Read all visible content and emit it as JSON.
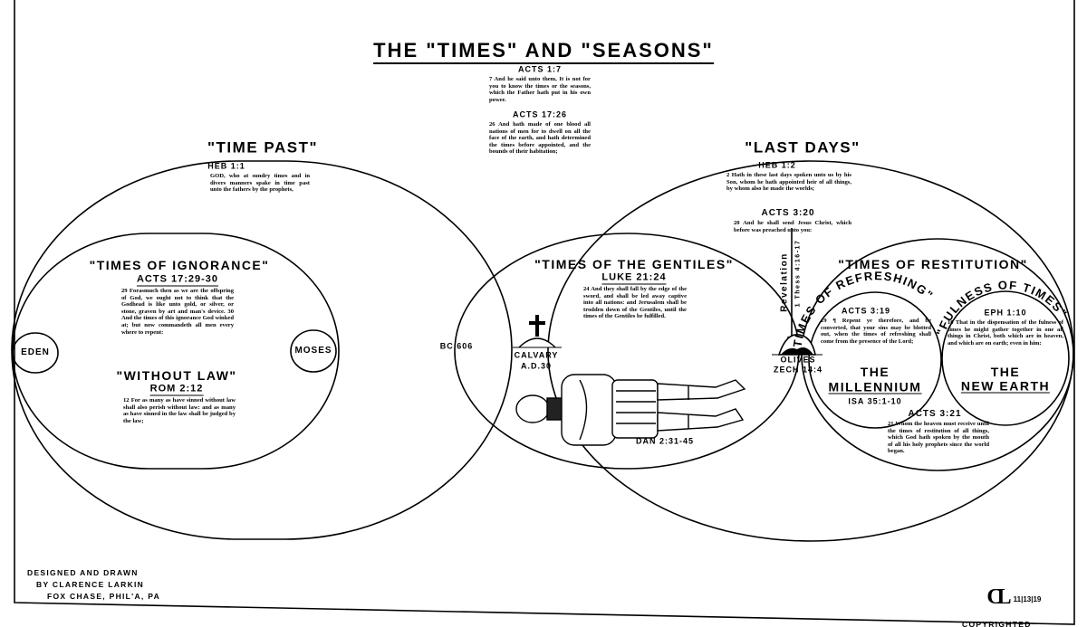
{
  "title": "The \"Times\" And \"Seasons\"",
  "top": {
    "acts1_7": {
      "ref": "Acts 1:7",
      "text": "7 And he said unto them, It is not for you to know the times or the seasons, which the Father hath put in his own power."
    },
    "acts17_26": {
      "ref": "Acts 17:26",
      "text": "26 And hath made of one blood all nations of men for to dwell on all the face of the earth, and hath determined the times before appointed, and the bounds of their habitation;"
    }
  },
  "time_past": {
    "label": "\"Time Past\"",
    "ref": "Heb 1:1",
    "text": "GOD, who at sundry times and in divers manners spake in time past unto the fathers by the prophets,"
  },
  "ignorance": {
    "label": "\"Times Of Ignorance\"",
    "ref": "Acts 17:29-30",
    "text": "29 Forasmuch then as we are the offspring of God, we ought not to think that the Godhead is like unto gold, or silver, or stone, graven by art and man's device. 30 And the times of this ignorance God winked at; but now commandeth all men every where to repent:"
  },
  "without_law": {
    "label": "\"Without Law\"",
    "ref": "Rom 2:12",
    "text": "12 For as many as have sinned without law shall also perish without law: and as many as have sinned in the law shall be judged by the law;"
  },
  "eden": "Eden",
  "moses": "Moses",
  "bc606": "BC 606",
  "calvary": {
    "name": "Calvary",
    "date": "A.D.30"
  },
  "gentiles": {
    "label": "\"Times Of The Gentiles\"",
    "ref": "Luke 21:24",
    "text": "24 And they shall fall by the edge of the sword, and shall be led away captive into all nations: and Jerusalem shall be trodden down of the Gentiles, until the times of the Gentiles be fulfilled.",
    "dan_ref": "Dan 2:31-45"
  },
  "last_days": {
    "label": "\"Last Days\"",
    "ref": "Heb 1:2",
    "text": "2 Hath in these last days spoken unto us by his Son, whom he hath appointed heir of all things, by whom also he made the worlds;",
    "acts3_20": {
      "ref": "Acts 3:20",
      "text": "20 And he shall send Jesus Christ, which before was preached unto you:"
    }
  },
  "revelation": {
    "label": "Revelation",
    "ref": "1 Thess 4:16-17"
  },
  "olives": {
    "name": "Olives",
    "ref": "Zech 14:4"
  },
  "restitution": {
    "label": "\"Times Of Restitution\"",
    "acts3_21": {
      "ref": "Acts 3:21",
      "text": "21 Whom the heaven must receive until the times of restitution of all things, which God hath spoken by the mouth of all his holy prophets since the world began."
    }
  },
  "refreshing": {
    "label": "\"Times Of Refreshing\"",
    "ref": "Acts 3:19",
    "text": "19 ¶ Repent ye therefore, and be converted, that your sins may be blotted out, when the times of refreshing shall come from the presence of the Lord;",
    "the": "The",
    "name": "Millennium",
    "isa_ref": "Isa 35:1-10"
  },
  "fulness": {
    "label": "\"Fulness Of Times\"",
    "ref": "Eph 1:10",
    "text": "10 That in the dispensation of the fulness of times he might gather together in one all things in Christ, both which are in heaven, and which are on earth; even in him:",
    "the": "The",
    "name": "New Earth"
  },
  "credits": {
    "line1": "Designed And Drawn",
    "line2": "By Clarence Larkin",
    "line3": "Fox Chase, Phil'a, Pa",
    "monogram": "CL",
    "date": "11|13|19",
    "copyright": "Copyrighted"
  },
  "colors": {
    "ink": "#000000",
    "paper": "#ffffff"
  }
}
